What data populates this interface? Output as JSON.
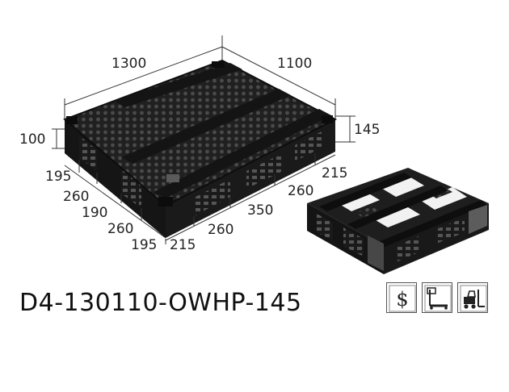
{
  "product": {
    "model": "D4-130110-OWHP-145"
  },
  "dimensions": {
    "length": "1300",
    "width": "1100",
    "deck_height": "100",
    "total_height": "145",
    "left_side": [
      "195",
      "260",
      "190",
      "260",
      "195"
    ],
    "front_side": [
      "215",
      "260",
      "350",
      "260",
      "215"
    ]
  },
  "icons": [
    {
      "name": "price-icon",
      "glyph": "$"
    },
    {
      "name": "hand-pallet-truck-icon"
    },
    {
      "name": "forklift-icon"
    }
  ],
  "colors": {
    "pallet": "#1c1c1c",
    "pallet_light": "#3a3a3a",
    "lines": "#333333"
  }
}
